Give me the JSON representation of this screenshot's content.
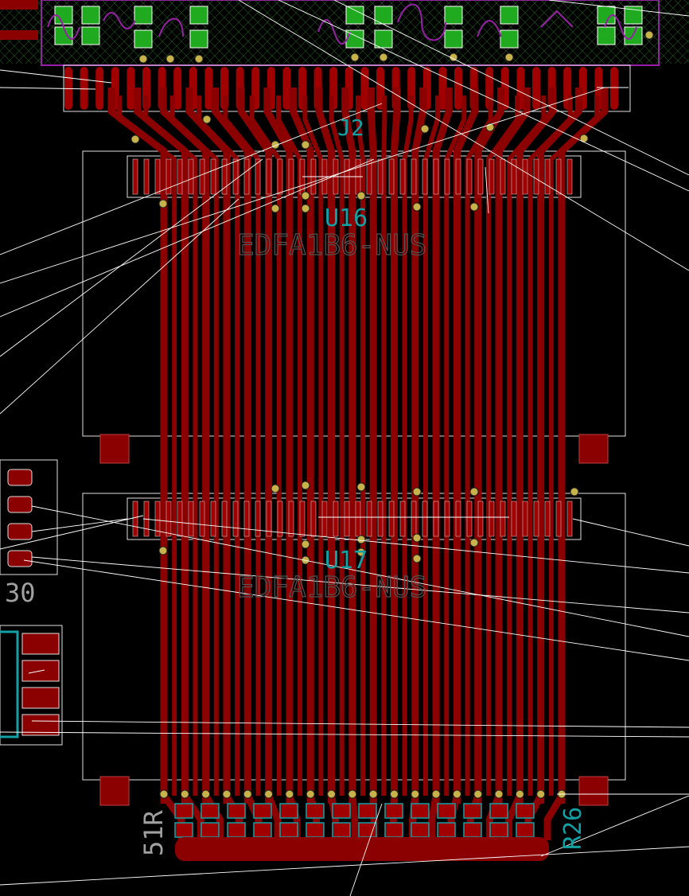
{
  "view": {
    "name": "pcb-layout-editor-canvas",
    "background": "#000000"
  },
  "colors": {
    "copper": "#8b0000",
    "copper_pad": "#a00000",
    "via": "#c8b24a",
    "outline": "#e0e0e0",
    "teal_silk": "#13a1a6",
    "gray_silk": "#a0a0a0",
    "purple_silk": "#9a1fa8",
    "green_pad": "#1faa1f",
    "ratsnest": "#ffffff"
  },
  "labels": {
    "j2_ref": "J2",
    "u16_ref": "U16",
    "u16_value": "EDFA1B6-NUS",
    "u17_ref": "U17",
    "u17_value": "EDFA1B6-NUS",
    "r51_ref": "51R",
    "r26_ref": "R26",
    "pin_30": "30",
    "conn_ref": "J2"
  }
}
